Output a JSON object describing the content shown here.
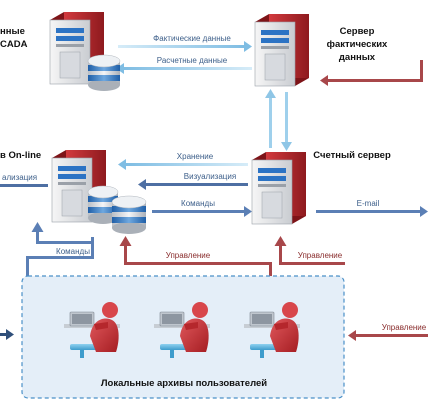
{
  "labels": {
    "scada_partial_1": "нные",
    "scada_partial_2": "CADA",
    "factual_server_1": "Сервер",
    "factual_server_2": "фактических",
    "factual_server_3": "данных",
    "online_partial": "в On-line",
    "account_server": "Счетный сервер",
    "local_archives": "Локальные архивы пользователей"
  },
  "arrows": {
    "factual_data": "Фактические данные",
    "calculated_data": "Расчетные данные",
    "storage": "Хранение",
    "visualization": "Визуализация",
    "visualization_partial": "ализация",
    "commands": "Команды",
    "commands_left": "Команды",
    "email": "E-mail",
    "control_left": "Управление",
    "control_right": "Управление",
    "control_far_right": "Управление"
  },
  "colors": {
    "server_red": "#c0262c",
    "arrow_blue_light": "#8fc6e6",
    "arrow_blue": "#5b7fb5",
    "arrow_red": "#a8474a",
    "panel_bg": "#e4eef8",
    "panel_border": "#4a90c8"
  }
}
